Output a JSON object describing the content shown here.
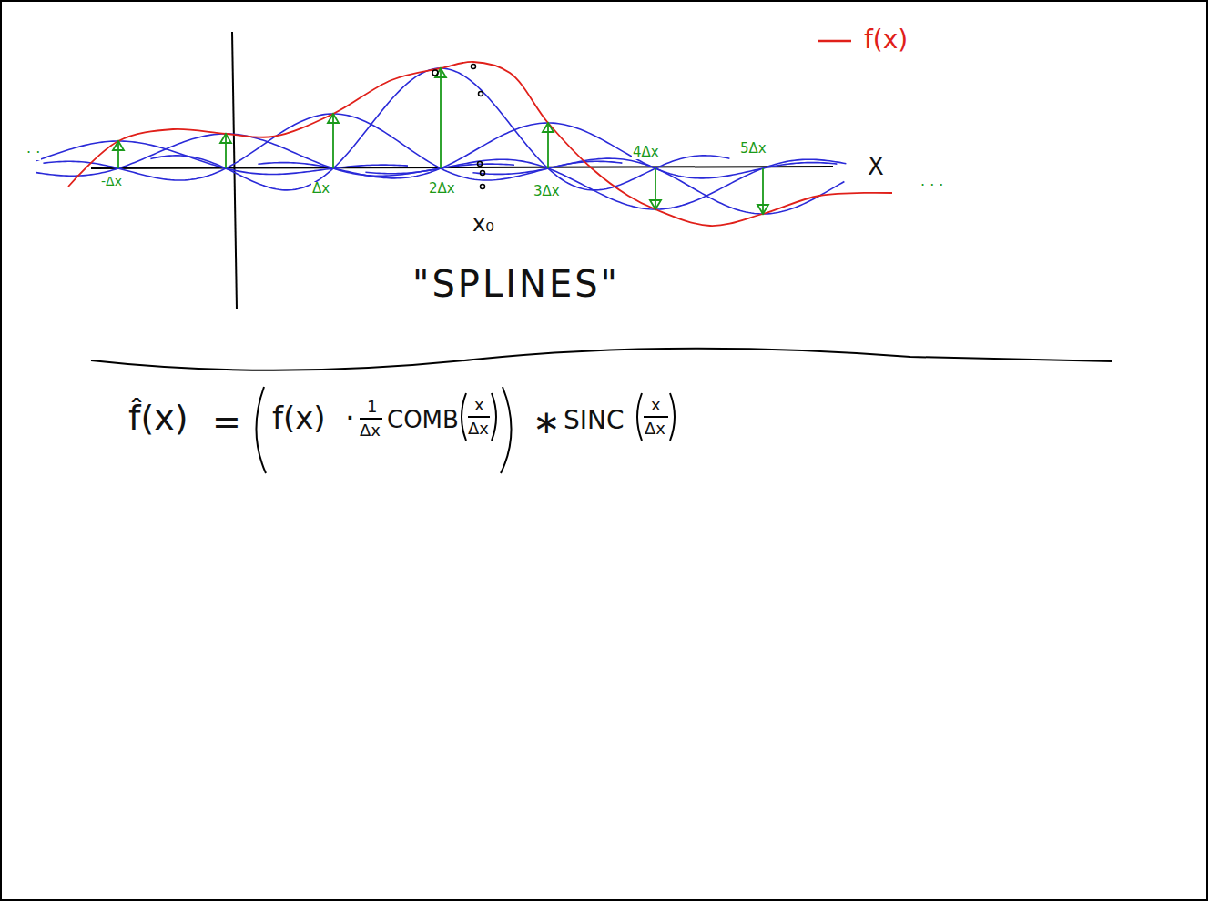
{
  "diagram": {
    "title": "\"SPLINES\"",
    "labels": [
      "-Δx",
      "Δx",
      "2Δx",
      "3Δx",
      "4Δx",
      "5Δx",
      "x₀",
      "X",
      "· ·",
      "· · ·",
      "f̂(x)",
      "=",
      "f(x)",
      "·",
      "1",
      "Δx",
      "COMB",
      "x",
      "Δx",
      "∗",
      "SINC",
      "x",
      "Δx"
    ],
    "legend": [
      {
        "text": "f(x)"
      }
    ]
  }
}
